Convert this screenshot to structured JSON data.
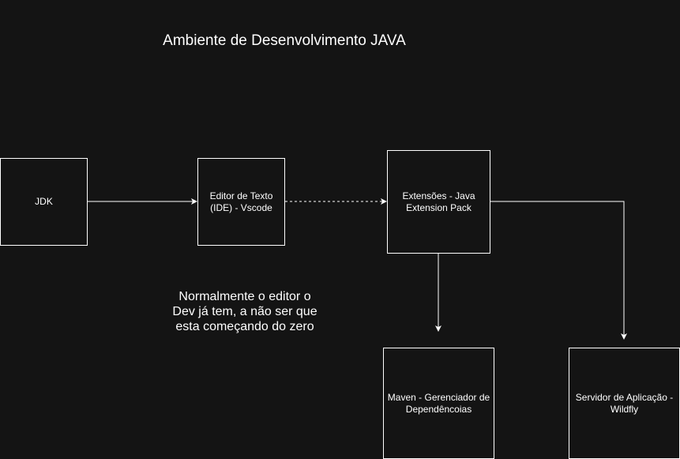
{
  "title": "Ambiente de Desenvolvimento JAVA",
  "nodes": {
    "jdk": "JDK",
    "editor": "Editor de Texto\n(IDE) - Vscode",
    "extensions": "Extensões - Java\nExtension Pack",
    "maven": "Maven - Gerenciador de\nDependêncoias",
    "server": "Servidor de Aplicação -\nWildfly"
  },
  "note": "Normalmente o editor o\nDev já tem, a não ser que\nesta começando do zero",
  "colors": {
    "background": "#141414",
    "stroke": "#ffffff"
  },
  "edges": [
    {
      "from": "jdk",
      "to": "editor",
      "style": "solid"
    },
    {
      "from": "editor",
      "to": "extensions",
      "style": "dashed"
    },
    {
      "from": "extensions",
      "to": "maven",
      "style": "solid"
    },
    {
      "from": "extensions",
      "to": "server",
      "style": "solid"
    }
  ]
}
